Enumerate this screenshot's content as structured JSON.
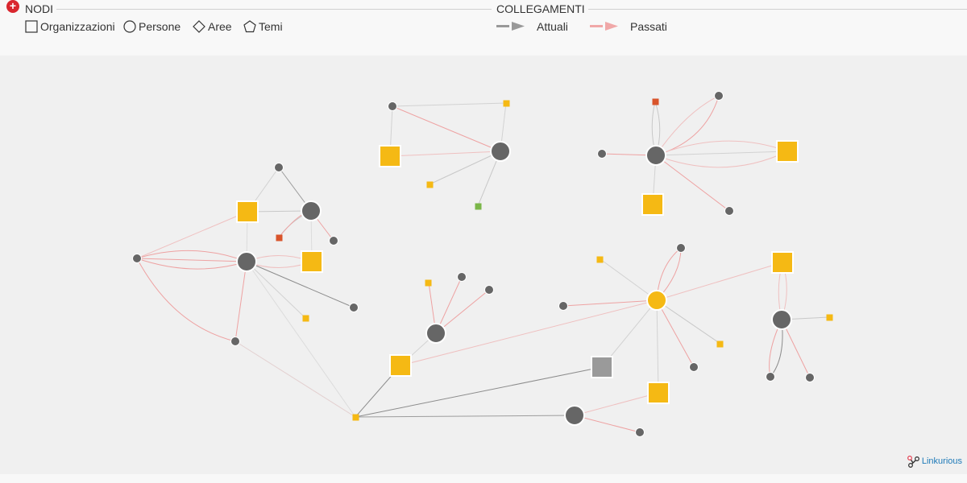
{
  "legend": {
    "nodes_heading": "NODI",
    "links_heading": "COLLEGAMENTI",
    "node_types": [
      {
        "label": "Organizzazioni",
        "icon": "square-icon"
      },
      {
        "label": "Persone",
        "icon": "circle-icon"
      },
      {
        "label": "Aree",
        "icon": "diamond-icon"
      },
      {
        "label": "Temi",
        "icon": "pentagon-icon"
      }
    ],
    "link_types": [
      {
        "label": "Attuali",
        "color": "#999999",
        "icon": "arrow-gray-icon"
      },
      {
        "label": "Passati",
        "color": "#f0a8a8",
        "icon": "arrow-pink-icon"
      }
    ],
    "toggle_icon": "plus-icon"
  },
  "watermark": {
    "label": "Linkurious",
    "icon": "linkurious-logo-icon"
  },
  "colors": {
    "organization": "#f5b914",
    "person": "#666666",
    "current_link": "#999999",
    "past_link": "#eea2a2",
    "accent_red": "#d9262e",
    "red_node": "#d9542b",
    "green_node": "#7ab648",
    "gray_org": "#9a9a9a"
  }
}
